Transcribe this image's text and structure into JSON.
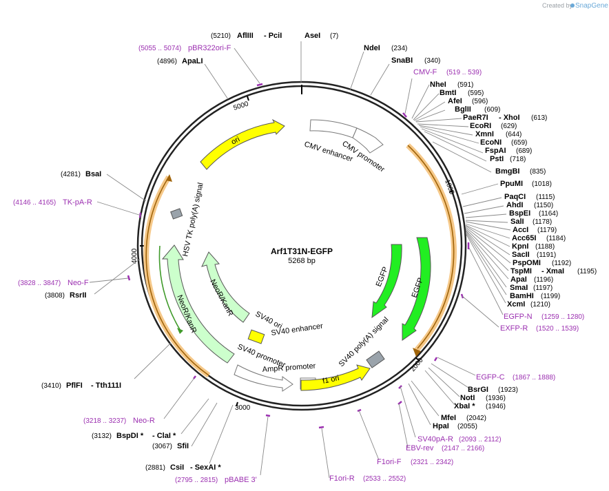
{
  "watermark": {
    "prefix": "Created by",
    "brand": "SnapGene"
  },
  "plasmid": {
    "name": "Arf1T31N-EGFP",
    "size_label": "5268 bp"
  },
  "ring_ticks": [
    "1000",
    "2000",
    "3000",
    "4000",
    "5000"
  ],
  "enzymes": [
    {
      "name": "AflIII",
      "suffix": "- PciI",
      "pos": "(5210)"
    },
    {
      "name": "AseI",
      "pos": "(7)"
    },
    {
      "name": "NdeI",
      "pos": "(234)"
    },
    {
      "name": "SnaBI",
      "pos": "(340)"
    },
    {
      "name": "ApaLI",
      "pos": "(4896)"
    },
    {
      "name": "NheI",
      "pos": "(591)"
    },
    {
      "name": "BmtI",
      "pos": "(595)"
    },
    {
      "name": "AfeI",
      "pos": "(596)"
    },
    {
      "name": "BglII",
      "pos": "(609)"
    },
    {
      "name": "PaeR7I",
      "suffix": "- XhoI",
      "pos": "(613)"
    },
    {
      "name": "EcoRI",
      "pos": "(629)"
    },
    {
      "name": "XmnI",
      "pos": "(644)"
    },
    {
      "name": "EcoNI",
      "pos": "(659)"
    },
    {
      "name": "FspAI",
      "pos": "(689)"
    },
    {
      "name": "PstI",
      "pos": "(718)"
    },
    {
      "name": "BmgBI",
      "pos": "(835)"
    },
    {
      "name": "PpuMI",
      "pos": "(1018)"
    },
    {
      "name": "PaqCI",
      "pos": "(1115)"
    },
    {
      "name": "AhdI",
      "pos": "(1150)"
    },
    {
      "name": "BspEI",
      "pos": "(1164)"
    },
    {
      "name": "SalI",
      "pos": "(1178)"
    },
    {
      "name": "AccI",
      "pos": "(1179)"
    },
    {
      "name": "Acc65I",
      "pos": "(1184)"
    },
    {
      "name": "KpnI",
      "pos": "(1188)"
    },
    {
      "name": "SacII",
      "pos": "(1191)"
    },
    {
      "name": "PspOMI",
      "pos": "(1192)"
    },
    {
      "name": "TspMI",
      "suffix": "- XmaI",
      "pos": "(1195)"
    },
    {
      "name": "ApaI",
      "pos": "(1196)"
    },
    {
      "name": "SmaI",
      "pos": "(1197)"
    },
    {
      "name": "BamHI",
      "pos": "(1199)"
    },
    {
      "name": "XcmI",
      "pos": "(1210)"
    },
    {
      "name": "BsaI",
      "pos": "(4281)"
    },
    {
      "name": "RsrII",
      "pos": "(3808)"
    },
    {
      "name": "PflFI",
      "suffix": "- Tth111I",
      "pos": "(3410)"
    },
    {
      "name": "BsrGI",
      "pos": "(1923)"
    },
    {
      "name": "NotI",
      "pos": "(1936)"
    },
    {
      "name": "XbaI *",
      "pos": "(1946)"
    },
    {
      "name": "MfeI",
      "pos": "(2042)"
    },
    {
      "name": "HpaI",
      "pos": "(2055)"
    },
    {
      "name": "BspDI *",
      "suffix": "- ClaI *",
      "pos": "(3132)"
    },
    {
      "name": "SfiI",
      "pos": "(3067)"
    },
    {
      "name": "CsiI",
      "suffix": "- SexAI *",
      "pos": "(2881)"
    }
  ],
  "primers": [
    {
      "name": "pBR322ori-F",
      "pos": "(5055 .. 5074)"
    },
    {
      "name": "CMV-F",
      "pos": "(519 .. 539)"
    },
    {
      "name": "TK-pA-R",
      "pos": "(4146 .. 4165)"
    },
    {
      "name": "Neo-F",
      "pos": "(3828 .. 3847)"
    },
    {
      "name": "EGFP-N",
      "pos": "(1259 .. 1280)"
    },
    {
      "name": "EXFP-R",
      "pos": "(1520 .. 1539)"
    },
    {
      "name": "EGFP-C",
      "pos": "(1867 .. 1888)"
    },
    {
      "name": "Neo-R",
      "pos": "(3218 .. 3237)"
    },
    {
      "name": "SV40pA-R",
      "pos": "(2093 .. 2112)"
    },
    {
      "name": "EBV-rev",
      "pos": "(2147 .. 2166)"
    },
    {
      "name": "F1ori-F",
      "pos": "(2321 .. 2342)"
    },
    {
      "name": "F1ori-R",
      "pos": "(2533 .. 2552)"
    },
    {
      "name": "pBABE 3'",
      "pos": "(2795 .. 2815)"
    }
  ],
  "features": {
    "cmv_enhancer": "CMV enhancer",
    "cmv_promoter": "CMV promoter",
    "egfp": "EGFP",
    "ori": "ori",
    "hsv_tk": "HSV TK poly(A) signal",
    "neor": "NeoR/KanR",
    "sv40_ori": "SV40 ori",
    "sv40_enhancer": "SV40 enhancer",
    "sv40_promoter": "SV40 promoter",
    "ampr_promoter": "AmpR promoter",
    "f1_ori": "f1 ori",
    "sv40_polya": "SV40 poly(A) signal"
  },
  "colors": {
    "backbone": "#222222",
    "primer": "#9b2fb0",
    "egfp": "#22ee22",
    "ori": "#ffff00",
    "neor": "#ccffcc",
    "orf_highlight": "#f6c98a",
    "orf_arrow": "#a0640a",
    "neo_orf_arrow": "#3f9a2a",
    "polya": "#9aa3ab",
    "promoter": "#ffffff"
  }
}
